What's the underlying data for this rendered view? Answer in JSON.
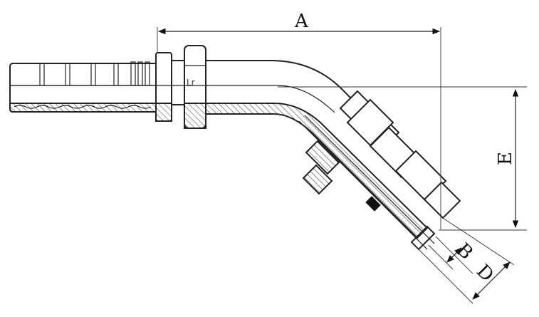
{
  "dimensions": {
    "a": "A",
    "b": "B",
    "d": "D",
    "e": "E"
  },
  "stamp": "Lr",
  "colors": {
    "line": "#222222",
    "background": "#ffffff"
  }
}
